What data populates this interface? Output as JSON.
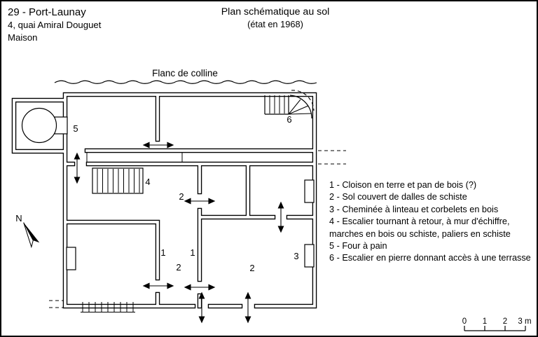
{
  "header": {
    "address_line1": "29 - Port-Launay",
    "address_line2": "4, quai Amiral Douguet",
    "address_line3": "Maison",
    "title": "Plan schématique au sol",
    "subtitle": "(état en 1968)"
  },
  "plan": {
    "hill_label": "Flanc de colline",
    "north_label": "N",
    "markers": {
      "oven": "5",
      "stair_main": "4",
      "stair_terrace": "6",
      "slate_upper": "2",
      "slate_corridor": "2",
      "slate_room": "2",
      "partition_left": "1",
      "partition_right": "1",
      "fireplace": "3"
    }
  },
  "legend": {
    "items": [
      "1 - Cloison en terre et pan de bois (?)",
      "2 - Sol couvert de dalles de schiste",
      "3 - Cheminée à linteau et corbelets en bois",
      "4 - Escalier tournant à retour, à mur d'échiffre, marches en bois ou schiste, paliers en schiste",
      "5 - Four à pain",
      "6 - Escalier en pierre donnant accès à une terrasse"
    ]
  },
  "scale": {
    "ticks": [
      "0",
      "1",
      "2",
      "3 m"
    ]
  }
}
